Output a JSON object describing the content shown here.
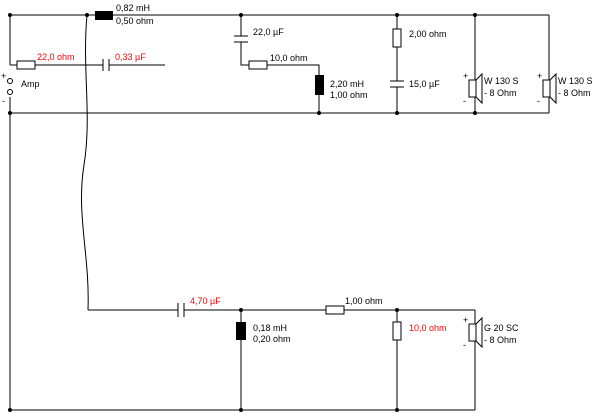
{
  "amp": {
    "label": "Amp",
    "plus": "+",
    "minus": "-"
  },
  "input_network": {
    "resistor": "22,0 ohm",
    "capacitor": "0,33 µF"
  },
  "woofer_section": {
    "series_inductor": {
      "inductance": "0,82 mH",
      "resistance": "0,50 ohm"
    },
    "cap_22": "22,0 µF",
    "res_10": "10,0 ohm",
    "inductor_2": {
      "inductance": "2,20 mH",
      "resistance": "1,00 ohm"
    },
    "res_2": "2,00 ohm",
    "cap_15": "15,0 µF"
  },
  "speakers": [
    {
      "name": "W 130 S",
      "impedance": "- 8 Ohm",
      "plus": "+",
      "minus": "-"
    },
    {
      "name": "W 130 S",
      "impedance": "- 8 Ohm",
      "plus": "+",
      "minus": "-"
    },
    {
      "name": "G 20 SC",
      "impedance": "- 8 Ohm",
      "plus": "+",
      "minus": "-"
    }
  ],
  "tweeter_section": {
    "cap": "4,70 µF",
    "res_series": "1,00 ohm",
    "inductor": {
      "inductance": "0,18 mH",
      "resistance": "0,20 ohm"
    },
    "res_shunt": "10,0 ohm"
  },
  "colors": {
    "wire": "#000000",
    "highlight": "#ff0000",
    "background": "#ffffff"
  }
}
